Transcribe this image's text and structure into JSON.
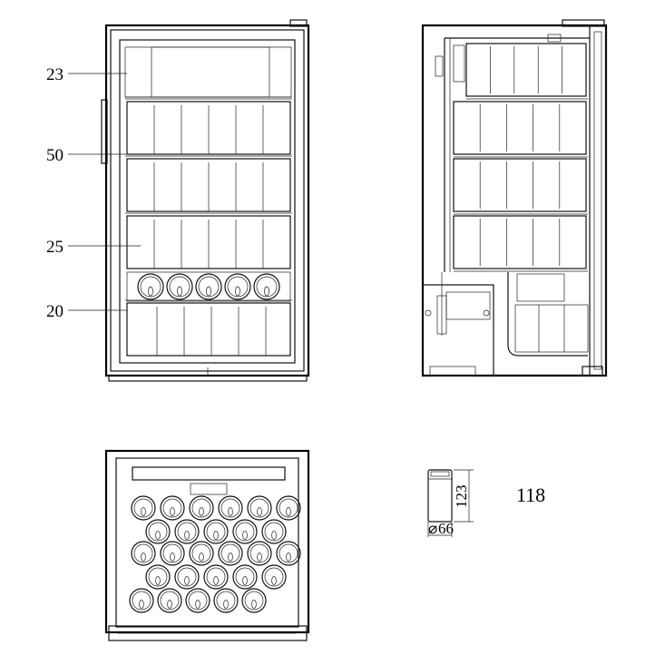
{
  "labels": {
    "shelf_top": "23",
    "shelf_second": "50",
    "shelf_third": "25",
    "shelf_bottom": "20"
  },
  "can": {
    "height": "123",
    "diameter": "66"
  },
  "capacity": "118"
}
